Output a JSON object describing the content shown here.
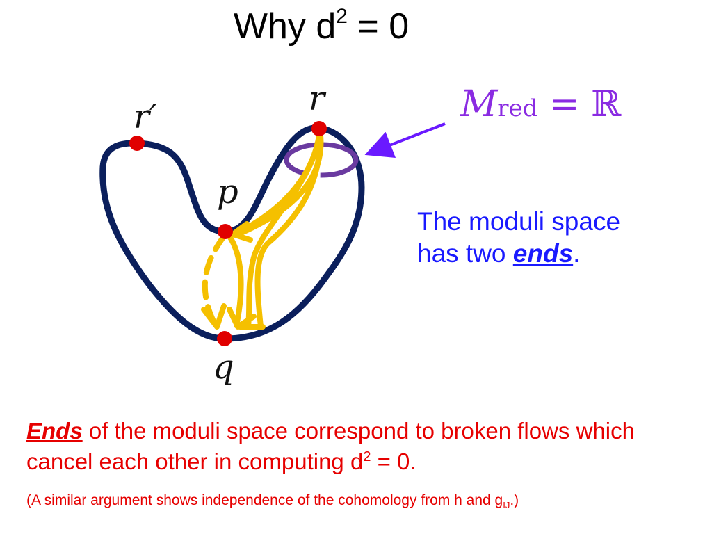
{
  "title": {
    "text": "Why d",
    "sup": "2",
    "rest": " = 0"
  },
  "labels": {
    "r": "r",
    "r_prime": "r′",
    "p": "p",
    "q": "q"
  },
  "moduli_label": {
    "main": "M",
    "sub": "red",
    "rest": " = ℝ"
  },
  "blue_text": {
    "line1": "The moduli space",
    "line2_prefix": "has two ",
    "ends": "ends",
    "period": "."
  },
  "red_text": {
    "ends": "Ends",
    "part1": " of the moduli space correspond to broken flows which cancel each other in computing d",
    "sup": "2",
    "part2": " = 0."
  },
  "note": {
    "prefix": "(A similar argument shows independence of the cohomology from h and g",
    "sub": "IJ",
    "suffix": ".)"
  },
  "colors": {
    "curve": "#0b1f5c",
    "dots": "#e00000",
    "flows": "#f5c000",
    "ring": "#6a3aa0",
    "arrow": "#6a1aff"
  }
}
